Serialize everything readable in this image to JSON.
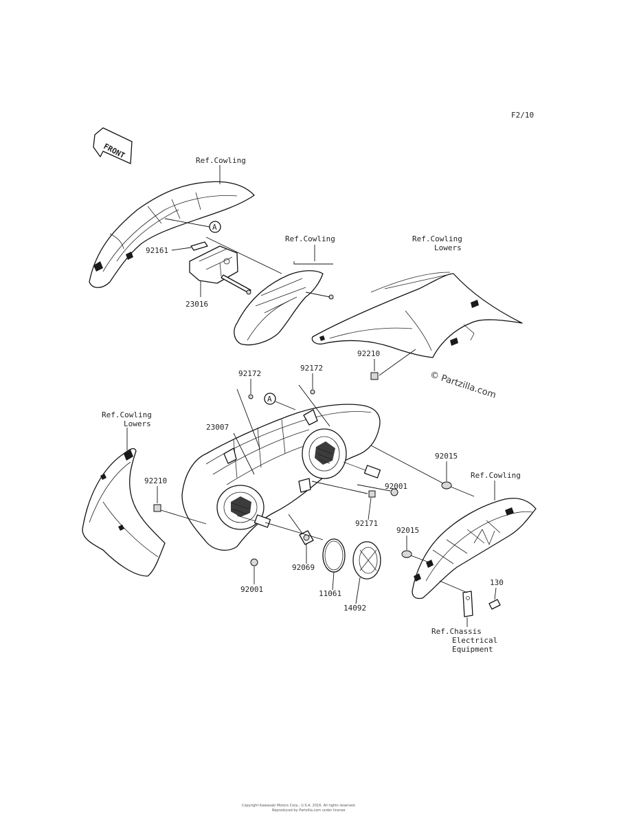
{
  "page_code": "F2/10",
  "front_arrow": {
    "label": "FRONT",
    "icon": "front-direction-arrow-icon"
  },
  "ref_callout": "A",
  "watermark": "© Partzilla.com",
  "footer": {
    "line1": "Copyright Kawasaki Motors Corp., U.S.A. 2016. All rights reserved.",
    "line2": "Reproduced by Partzilla.com under license"
  },
  "references": {
    "cowling_top": "Ref.Cowling",
    "cowling_mid": "Ref.Cowling",
    "cowling_lowers_right_1": "Ref.Cowling",
    "cowling_lowers_right_2": "Lowers",
    "cowling_lowers_left_1": "Ref.Cowling",
    "cowling_lowers_left_2": "Lowers",
    "cowling_right": "Ref.Cowling",
    "chassis_1": "Ref.Chassis",
    "chassis_2": "Electrical",
    "chassis_3": "Equipment"
  },
  "parts": {
    "p92161": "92161",
    "p23016": "23016",
    "p92210_right": "92210",
    "p92172_left": "92172",
    "p92172_right": "92172",
    "p23007": "23007",
    "p92015_top": "92015",
    "p92210_left": "92210",
    "p92001_right": "92001",
    "p92171": "92171",
    "p92015_bottom": "92015",
    "p92069": "92069",
    "p11061": "11061",
    "p14092": "14092",
    "p92001_left": "92001",
    "p130": "130"
  }
}
